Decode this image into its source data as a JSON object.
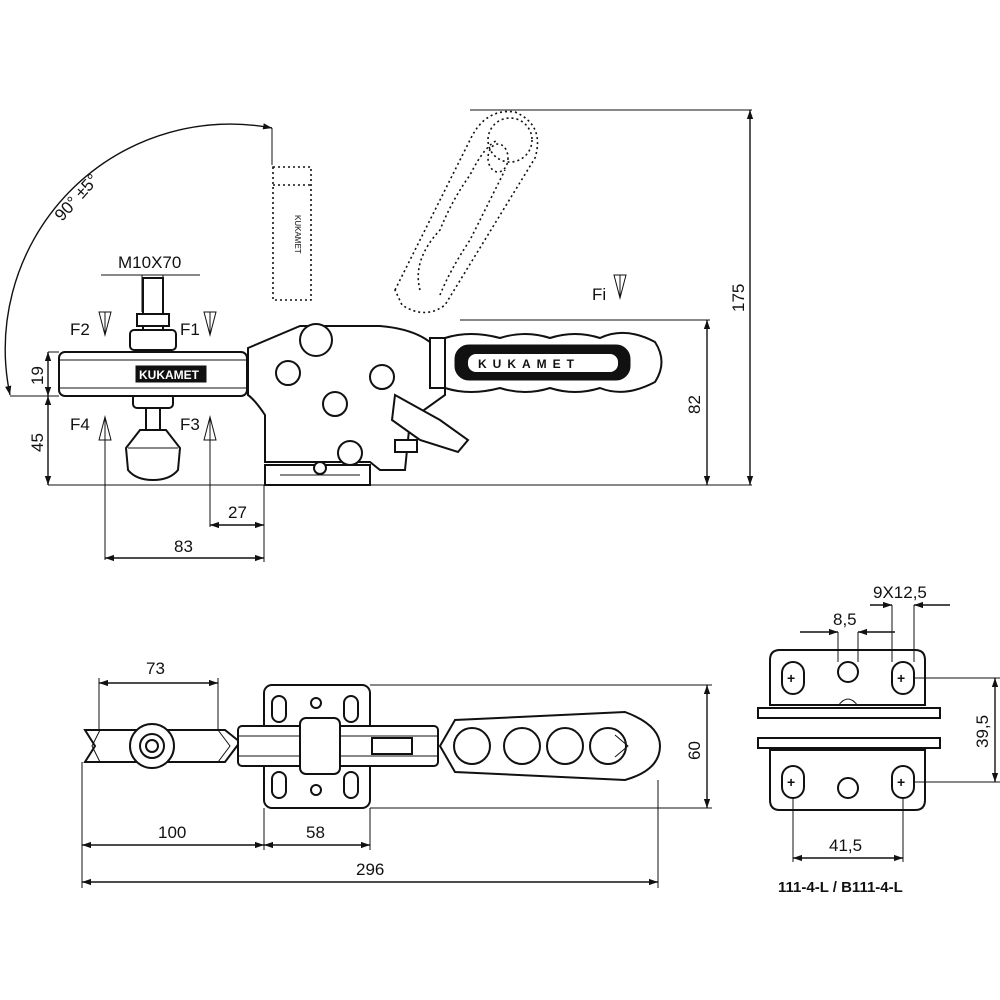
{
  "angle_label": "90° ±5°",
  "thread_label": "M10X70",
  "forces": {
    "f1": "F1",
    "f2": "F2",
    "f3": "F3",
    "f4": "F4",
    "fi": "Fi"
  },
  "brand_text": "KUKAMET",
  "side_view": {
    "d175": "175",
    "d82": "82",
    "d19": "19",
    "d45": "45",
    "d27": "27",
    "d83": "83"
  },
  "top_view": {
    "d73": "73",
    "d60": "60",
    "d100": "100",
    "d58": "58",
    "d296": "296"
  },
  "base_view": {
    "d9x12": "9X12,5",
    "d8_5": "8,5",
    "d39_5": "39,5",
    "d41_5": "41,5"
  },
  "model_label": "111-4-L / B111-4-L"
}
